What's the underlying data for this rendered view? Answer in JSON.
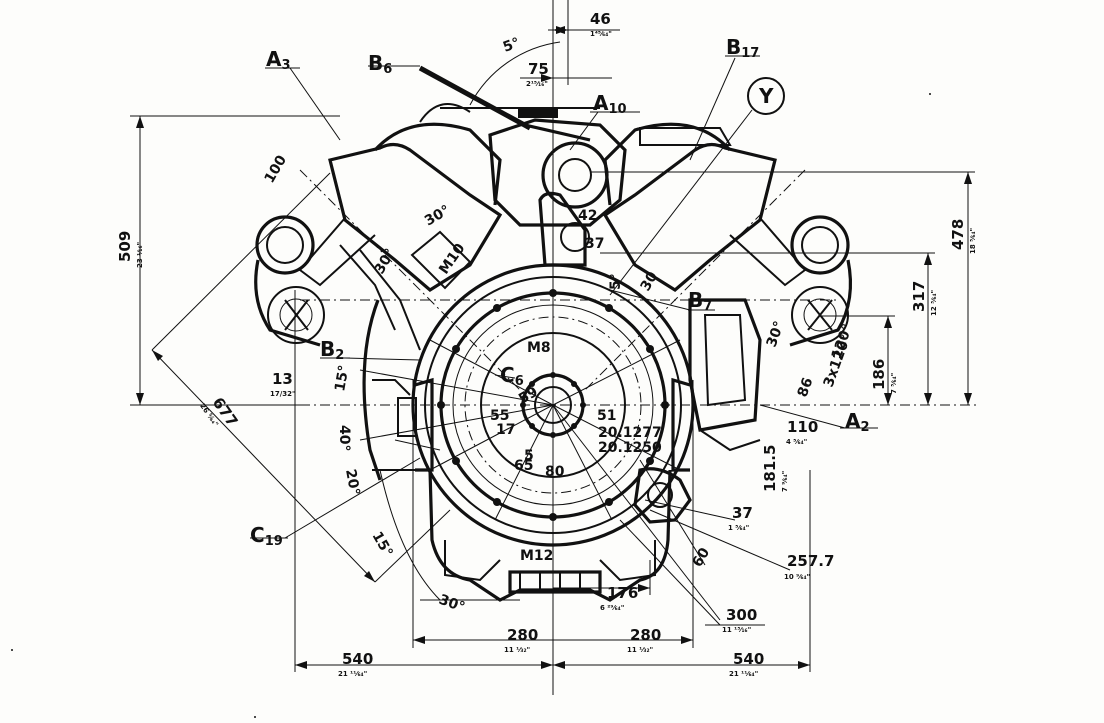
{
  "callouts": {
    "A3": {
      "main": "A",
      "sub": "3"
    },
    "B6": {
      "main": "B",
      "sub": "6"
    },
    "A10": {
      "main": "A",
      "sub": "10"
    },
    "B17": {
      "main": "B",
      "sub": "17"
    },
    "Y": {
      "main": "Y",
      "sub": ""
    },
    "B7": {
      "main": "B",
      "sub": "7"
    },
    "B2": {
      "main": "B",
      "sub": "2"
    },
    "C6": {
      "main": "C",
      "sub": "6"
    },
    "A2": {
      "main": "A",
      "sub": "2"
    },
    "C19": {
      "main": "C",
      "sub": "19"
    }
  },
  "dimensions": {
    "d46": {
      "mm": "46",
      "in": "1⁴⁵⁄₆₄\""
    },
    "d75": {
      "mm": "75",
      "in": "2¹⁵⁄₁₆\""
    },
    "d509": {
      "mm": "509",
      "in": "23 ¹⁄₁₆\""
    },
    "d478": {
      "mm": "478",
      "in": "18 ⁵⁄₆₄\""
    },
    "d317": {
      "mm": "317",
      "in": "12 ³⁄₆₄\""
    },
    "d186": {
      "mm": "186",
      "in": "7 ⁵⁄₆₄\""
    },
    "d13": {
      "mm": "13",
      "in": "17/32\""
    },
    "d677": {
      "mm": "677",
      "in": "26 ⁵⁄₆₄\""
    },
    "d110": {
      "mm": "110",
      "in": "4 ⁵⁄₆₄\""
    },
    "d181_5": {
      "mm": "181.5",
      "in": "7 ⁹⁄₆₄\""
    },
    "d37": {
      "mm": "37",
      "in": "1 ⁵⁄₆₄\""
    },
    "d257_7": {
      "mm": "257.7",
      "in": "10 ⁹⁄₆₄\""
    },
    "d300": {
      "mm": "300",
      "in": "11 ¹³⁄₁₆\""
    },
    "d176": {
      "mm": "176",
      "in": "6 ²⁹⁄₆₄\""
    },
    "d280_left": {
      "mm": "280",
      "in": "11 ¹⁄₃₂\""
    },
    "d280_right": {
      "mm": "280",
      "in": "11 ¹⁄₃₂\""
    },
    "d540_left": {
      "mm": "540",
      "in": "21 ¹¹⁄₆₄\""
    },
    "d540_right": {
      "mm": "540",
      "in": "21 ¹¹⁄₆₄\""
    }
  },
  "annotations": {
    "a5deg": "5°",
    "a30_top": "30°",
    "m10": "M10",
    "a30_left": "30°",
    "a15_a": "15°",
    "a40": "40°",
    "a20": "20°",
    "a15_b": "15°",
    "a30_bottom": "30°",
    "a120": "120°",
    "a3x120": "3x120°",
    "a30deg": "30°",
    "a42": "42",
    "a37": "37",
    "m8": "M8",
    "m12": "M12",
    "ang5": "5°",
    "c80": "80",
    "c30": "30",
    "c60": "60",
    "c55": "55",
    "c51": "51",
    "r20_a": "20.1277",
    "r20_b": "20.1250",
    "r5": "5",
    "r65": "65",
    "r59": "59",
    "r17": "17",
    "d100": "100",
    "d86": "86"
  }
}
